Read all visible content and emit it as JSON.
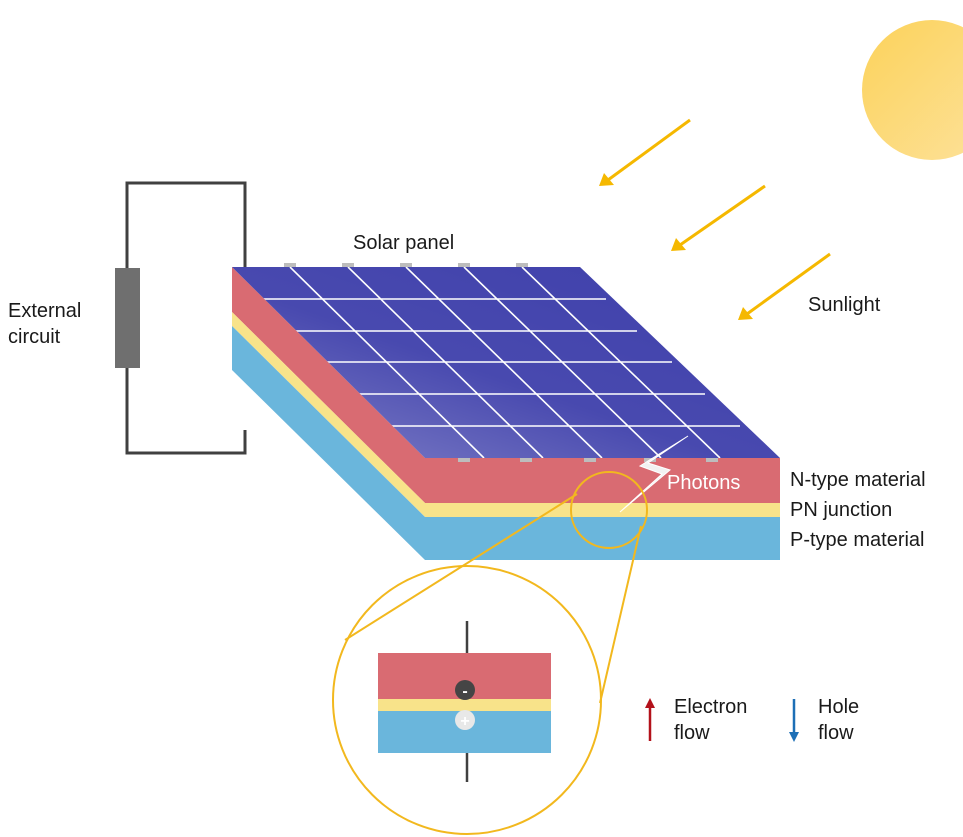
{
  "labels": {
    "solar_panel": "Solar panel",
    "external_circuit_line1": "External",
    "external_circuit_line2": "circuit",
    "sunlight": "Sunlight",
    "photons": "Photons",
    "n_type": "N-type material",
    "pn_junction": "PN junction",
    "p_type": "P-type material",
    "electron_flow_line1": "Electron",
    "electron_flow_line2": "flow",
    "hole_flow_line1": "Hole",
    "hole_flow_line2": "flow",
    "minus_sign": "-",
    "plus_sign": "+"
  },
  "colors": {
    "sun": "#fbd364",
    "sunray": "#f5b800",
    "panel_cells": "#3f40ab",
    "panel_grid": "#ffffff",
    "n_layer": "#d96b72",
    "junction": "#f8e38a",
    "p_layer": "#6ab6dc",
    "wire": "#404040",
    "resistor": "#6f6f6f",
    "zoom_circle": "#f2b81e",
    "electron_arrow": "#b3111a",
    "hole_arrow": "#1d6fb6"
  },
  "icons": [
    "sun-icon",
    "sunray-arrow-icon",
    "lightning-bolt-icon",
    "electron-minus-icon",
    "hole-plus-icon",
    "up-arrow-icon",
    "down-arrow-icon",
    "resistor-icon"
  ]
}
